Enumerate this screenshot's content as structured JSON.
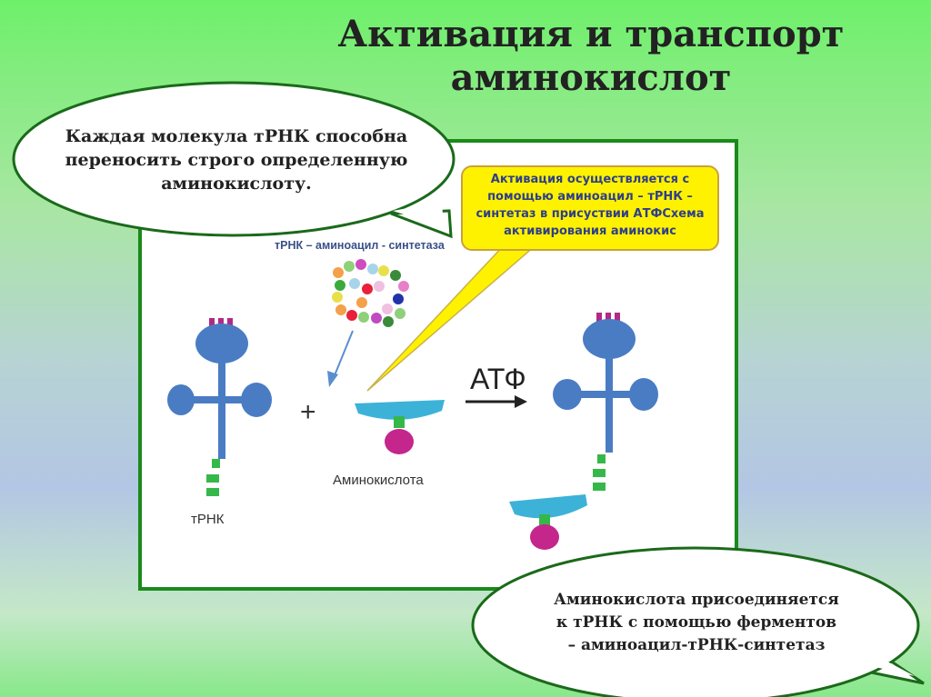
{
  "slide": {
    "title_line1": "Активация и транспорт",
    "title_line2": "аминокислот"
  },
  "bubble_top": {
    "line1": "Каждая молекула тРНК способна",
    "line2": "переносить строго определенную",
    "line3": "аминокислоту."
  },
  "note": {
    "line1": "Активация осуществляется с",
    "line2": "помощью аминоацил – тРНК –",
    "line3": "синтетаз в присуствии АТФСхема",
    "line4": "активирования аминокис"
  },
  "diagram": {
    "enzyme_label": "тРНК – аминоацил - синтетаза",
    "plus": "+",
    "atp": "АТФ",
    "amino_acid_label": "Аминокислота",
    "trna_label": "тРНК"
  },
  "bubble_bottom": {
    "line1": "Аминокислота  присоединяется",
    "line2": "к тРНК с помощью ферментов",
    "line3": "– аминоацил-тРНК-синтетаз"
  },
  "colors": {
    "trna_blue": "#4a7cc4",
    "anticodon_purple": "#b02a86",
    "acceptor_green": "#35b84a",
    "enzyme_cyan": "#3db2d8",
    "amino_magenta": "#c4268c",
    "panel_border": "#1a8a1a",
    "note_yellow": "#fff200"
  }
}
